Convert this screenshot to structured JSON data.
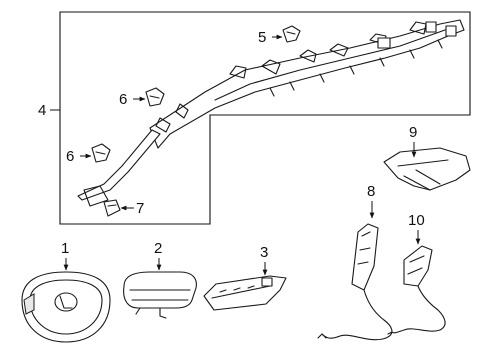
{
  "callouts": {
    "c1": "1",
    "c2": "2",
    "c3": "3",
    "c4": "4",
    "c5": "5",
    "c6a": "6",
    "c6b": "6",
    "c7": "7",
    "c8": "8",
    "c9": "9",
    "c10": "10"
  },
  "colors": {
    "line": "#1a1a1a",
    "background": "#ffffff"
  }
}
